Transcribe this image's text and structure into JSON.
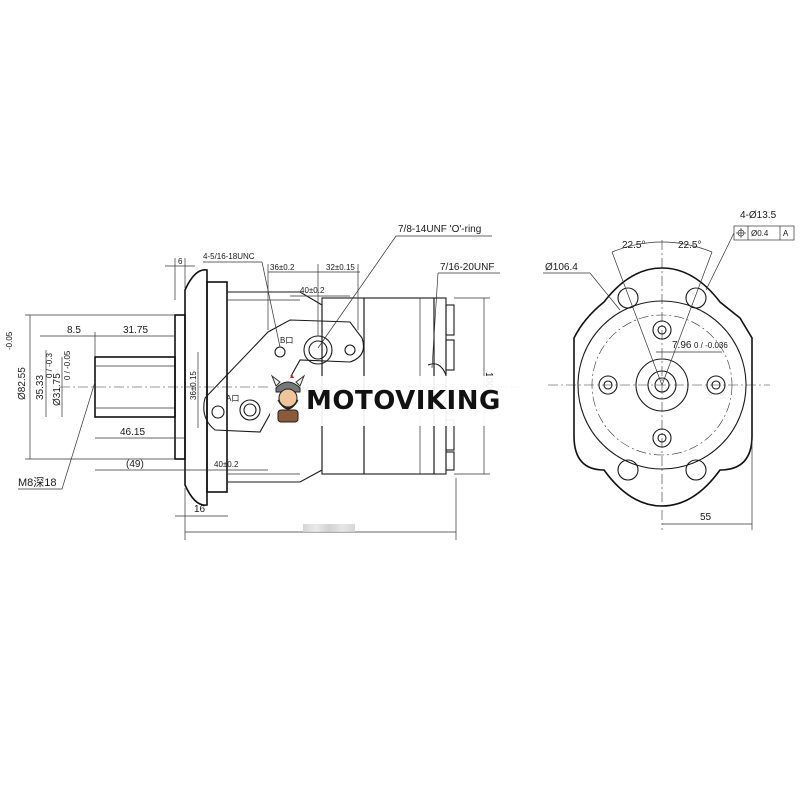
{
  "brand": {
    "text": "MOTOVIKING",
    "logo_icon": "viking-mascot-icon"
  },
  "side_view": {
    "thread_ports": "4-5/16-18UNC",
    "port_oring": "7/8-14UNF 'O'-ring",
    "drain_thread": "7/16-20UNF",
    "flange_thk": "6",
    "dim_36": "36±0.2",
    "dim_32": "32±0.15",
    "dim_40_top": "40±0.2",
    "dim_40_bot": "40±0.2",
    "port_b": "B口",
    "port_a": "A口",
    "dim_36v": "36±0.15",
    "height_100": "100",
    "dim_8_5": "8.5",
    "dim_31_75": "31.75",
    "dim_46_15": "46.15",
    "dim_49": "(49)",
    "dim_16": "16",
    "pilot_dia": "Ø82.55",
    "pilot_tol": "-0.05",
    "shaft_upper": "35.33",
    "shaft_upper_tol": "0 / -0.3",
    "shaft_dia": "Ø31.75",
    "shaft_dia_tol": "0 / -0.05",
    "thread_m8": "M8深18"
  },
  "front_view": {
    "holes": "4-Ø13.5",
    "position_tol": "Ø0.4",
    "datum": "A",
    "pcd": "Ø106.4",
    "angle_left": "22.5°",
    "angle_right": "22.5°",
    "keyway": "7.96",
    "keyway_tol": "0 / -0.036",
    "dim_55": "55"
  }
}
